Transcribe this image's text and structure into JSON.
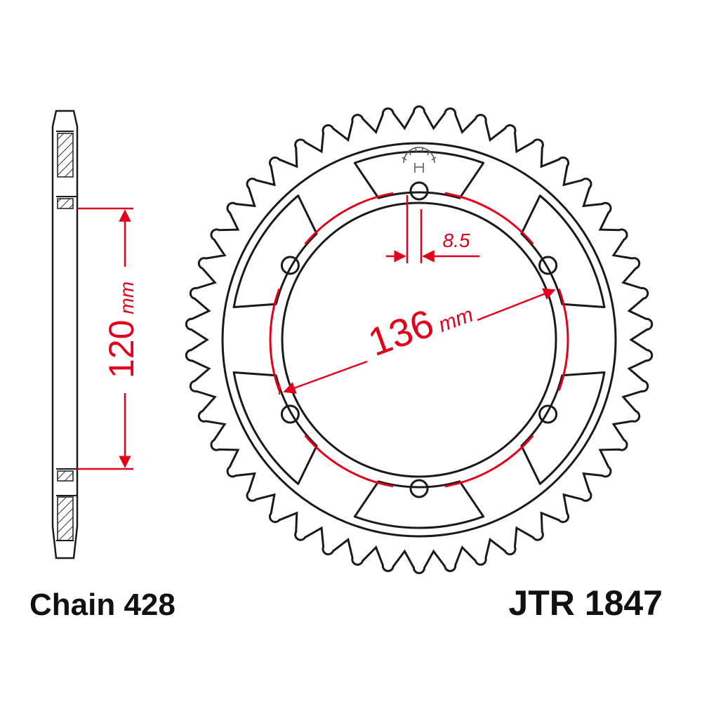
{
  "chain_label": "Chain 428",
  "part_number": "JTR 1847",
  "dimensions": {
    "bolt_circle": {
      "value": "136",
      "unit": "mm"
    },
    "side_width": {
      "value": "120",
      "unit": "mm"
    },
    "bolt_hole": "8.5"
  },
  "sprocket": {
    "teeth": 46,
    "bolts": 6
  },
  "colors": {
    "outline": "#1a1a1a",
    "dimension": "#e3001b",
    "hatch": "#333333"
  }
}
